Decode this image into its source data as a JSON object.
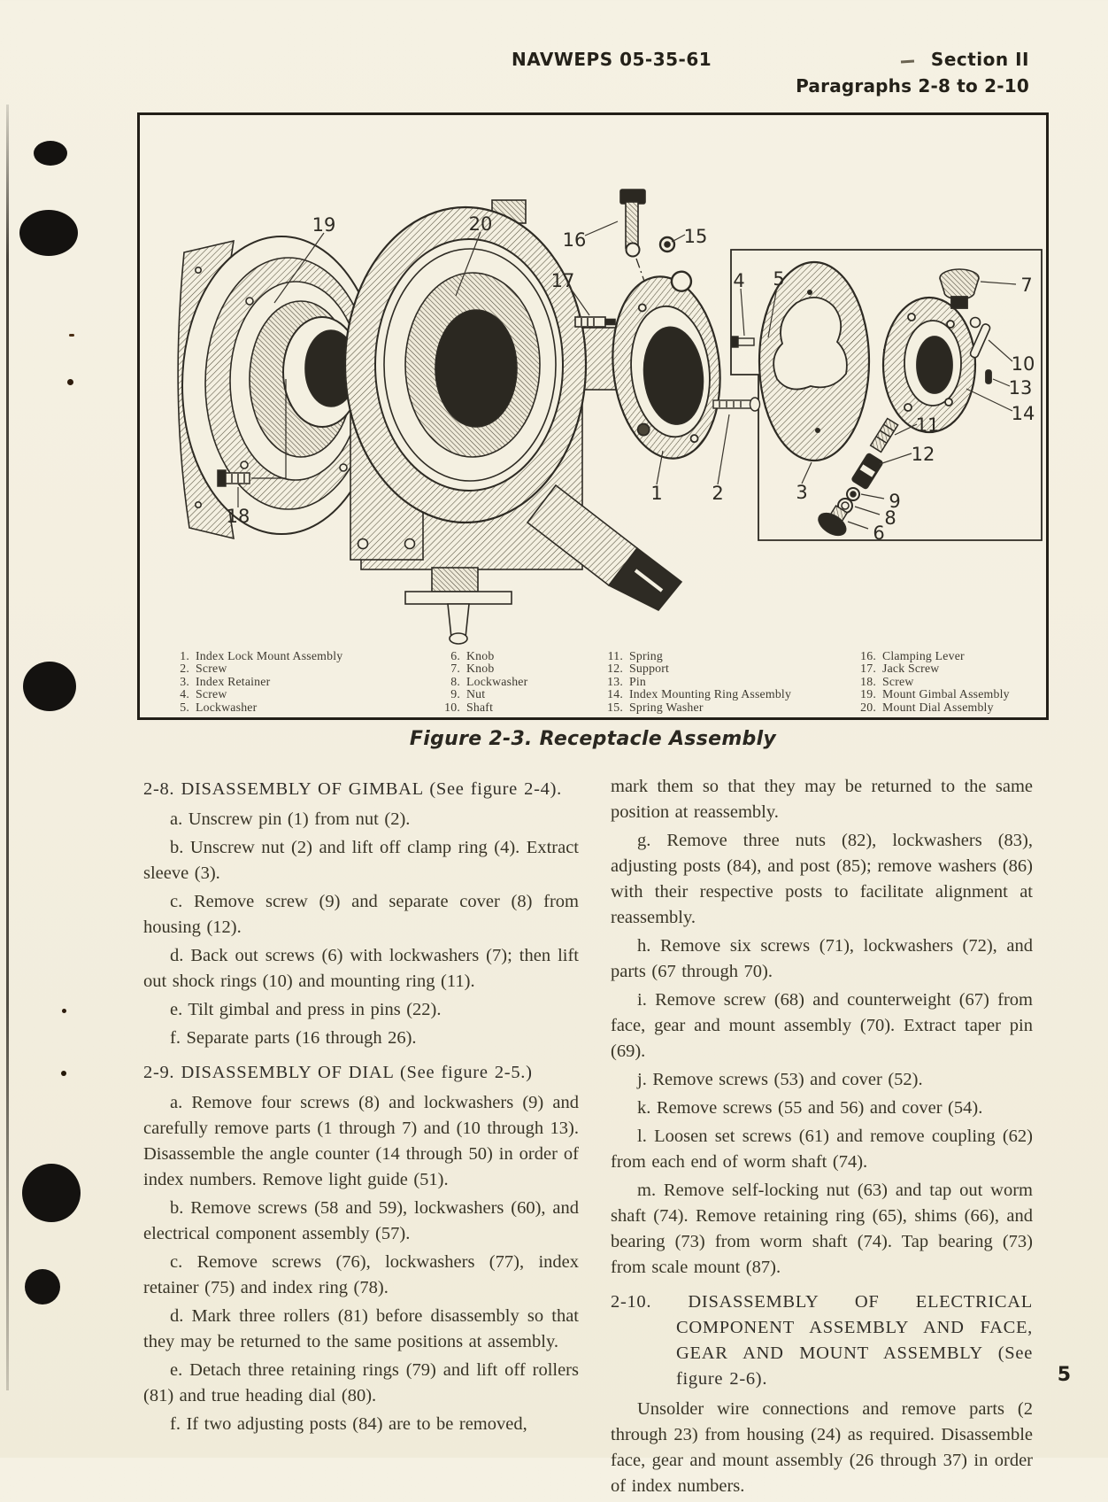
{
  "page": {
    "header": {
      "doc_number": "NAVWEPS 05-35-61",
      "section": "Section II",
      "paragraphs_range": "Paragraphs 2-8 to 2-10"
    },
    "page_number": "5"
  },
  "figure": {
    "caption": "Figure 2-3. Receptacle Assembly",
    "callouts": {
      "c1": "1",
      "c2": "2",
      "c3": "3",
      "c4": "4",
      "c5": "5",
      "c6": "6",
      "c7": "7",
      "c8": "8",
      "c9": "9",
      "c10": "10",
      "c11": "11",
      "c12": "12",
      "c13": "13",
      "c14": "14",
      "c15": "15",
      "c16": "16",
      "c17": "17",
      "c18": "18",
      "c19": "19",
      "c20": "20"
    },
    "parts_list": {
      "columns": [
        {
          "items": [
            {
              "num": "1.",
              "label": "Index Lock Mount Assembly"
            },
            {
              "num": "2.",
              "label": "Screw"
            },
            {
              "num": "3.",
              "label": "Index Retainer"
            },
            {
              "num": "4.",
              "label": "Screw"
            },
            {
              "num": "5.",
              "label": "Lockwasher"
            }
          ]
        },
        {
          "items": [
            {
              "num": "6.",
              "label": "Knob"
            },
            {
              "num": "7.",
              "label": "Knob"
            },
            {
              "num": "8.",
              "label": "Lockwasher"
            },
            {
              "num": "9.",
              "label": "Nut"
            },
            {
              "num": "10.",
              "label": "Shaft"
            }
          ]
        },
        {
          "items": [
            {
              "num": "11.",
              "label": "Spring"
            },
            {
              "num": "12.",
              "label": "Support"
            },
            {
              "num": "13.",
              "label": "Pin"
            },
            {
              "num": "14.",
              "label": "Index Mounting Ring Assembly"
            },
            {
              "num": "15.",
              "label": "Spring Washer"
            }
          ]
        },
        {
          "items": [
            {
              "num": "16.",
              "label": "Clamping Lever"
            },
            {
              "num": "17.",
              "label": "Jack Screw"
            },
            {
              "num": "18.",
              "label": "Screw"
            },
            {
              "num": "19.",
              "label": "Mount Gimbal Assembly"
            },
            {
              "num": "20.",
              "label": "Mount Dial Assembly"
            }
          ]
        }
      ]
    }
  },
  "content": {
    "left": [
      {
        "text": "2-8. DISASSEMBLY OF GIMBAL (See figure 2-4)."
      },
      {
        "text": "a. Unscrew pin (1) from nut (2)."
      },
      {
        "text": "b. Unscrew nut (2) and lift off clamp ring (4). Extract sleeve (3)."
      },
      {
        "text": "c. Remove screw (9) and separate cover (8) from housing (12)."
      },
      {
        "text": "d. Back out screws (6) with lockwashers (7); then lift out shock rings (10) and mounting ring (11)."
      },
      {
        "text": "e. Tilt gimbal and press in pins (22)."
      },
      {
        "text": "f. Separate parts (16 through 26)."
      },
      {
        "text": "2-9. DISASSEMBLY OF DIAL (See figure 2-5.)"
      },
      {
        "text": "a. Remove four screws (8) and lockwashers (9) and carefully remove parts (1 through 7) and (10 through 13). Disassemble the angle counter (14 through 50) in order of index numbers. Remove light guide (51)."
      },
      {
        "text": "b. Remove screws (58 and 59), lockwashers (60), and electrical component assembly (57)."
      },
      {
        "text": "c. Remove screws (76), lockwashers (77), index retainer (75) and index ring (78)."
      },
      {
        "text": "d. Mark three rollers (81) before disassembly so that they may be returned to the same positions at assembly."
      },
      {
        "text": "e. Detach three retaining rings (79) and lift off rollers (81) and true heading dial (80)."
      },
      {
        "text": "f. If two adjusting posts (84) are to be removed,"
      }
    ],
    "right": [
      {
        "text": "mark them so that they may be returned to the same position at reassembly."
      },
      {
        "text": "g. Remove three nuts (82), lockwashers (83), adjusting posts (84), and post (85); remove washers (86) with their respective posts to facilitate alignment at reassembly."
      },
      {
        "text": "h. Remove six screws (71), lockwashers (72), and parts (67 through 70)."
      },
      {
        "text": "i. Remove screw (68) and counterweight (67) from face, gear and mount assembly (70). Extract taper pin (69)."
      },
      {
        "text": "j. Remove screws (53) and cover (52)."
      },
      {
        "text": "k. Remove screws (55 and 56) and cover (54)."
      },
      {
        "text": "l. Loosen set screws (61) and remove coupling (62) from each end of worm shaft (74)."
      },
      {
        "text": "m. Remove self-locking nut (63) and tap out worm shaft (74). Remove retaining ring (65), shims (66), and bearing (73) from worm shaft (74). Tap bearing (73) from scale mount (87)."
      },
      {
        "text": "2-10. DISASSEMBLY OF ELECTRICAL COMPONENT ASSEMBLY AND FACE, GEAR AND MOUNT ASSEMBLY (See figure 2-6)."
      },
      {
        "text": "Unsolder wire connections and remove parts (2 through 23) from housing (24) as required. Disassemble face, gear and mount assembly (26 through 37) in order of index numbers."
      }
    ]
  }
}
